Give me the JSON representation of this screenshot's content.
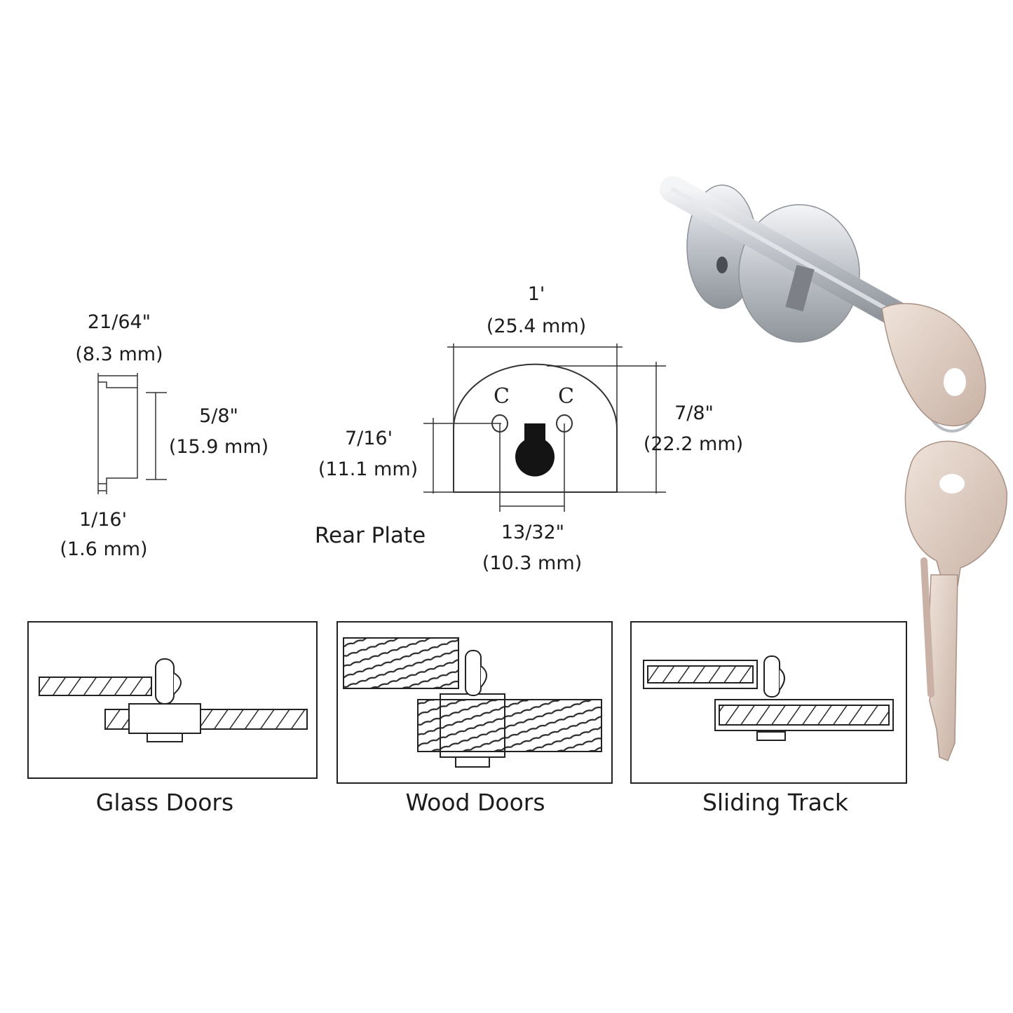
{
  "side_profile": {
    "width": {
      "frac": "21/64\"",
      "mm": "(8.3 mm)"
    },
    "height": {
      "frac": "5/8\"",
      "mm": "(15.9 mm)"
    },
    "lip": {
      "frac": "1/16'",
      "mm": "(1.6 mm)"
    }
  },
  "rear_plate": {
    "label": "Rear Plate",
    "width": {
      "frac": "1'",
      "mm": "(25.4 mm)"
    },
    "height": {
      "frac": "7/8\"",
      "mm": "(22.2 mm)"
    },
    "center_height": {
      "frac": "7/16'",
      "mm": "(11.1 mm)"
    },
    "spacing": {
      "frac": "13/32\"",
      "mm": "(10.3 mm)"
    }
  },
  "applications": [
    {
      "caption": "Glass Doors"
    },
    {
      "caption": "Wood Doors"
    },
    {
      "caption": "Sliding Track"
    }
  ],
  "colors": {
    "line": "#3a3a3a",
    "chrome": "#c9ccd1",
    "key": "#d9c6ba"
  }
}
